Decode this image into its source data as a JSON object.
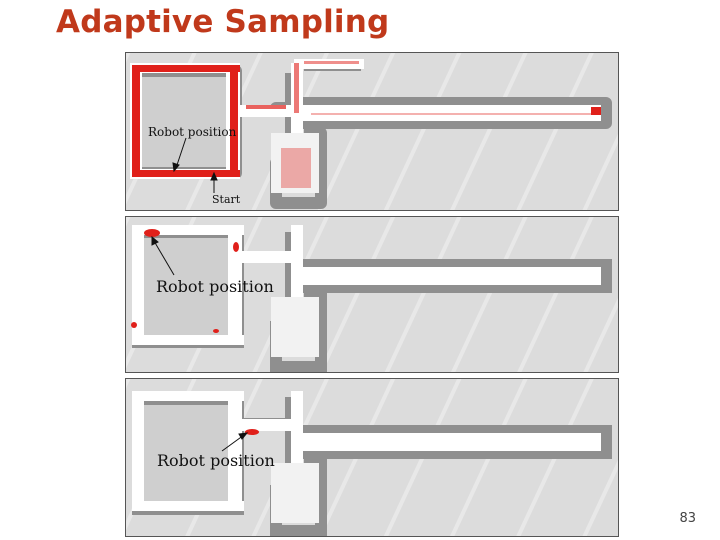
{
  "slide": {
    "title": "Adaptive Sampling",
    "page_number": "83"
  },
  "panels": [
    {
      "robot_label": "Robot position",
      "start_label": "Start"
    },
    {
      "robot_label": "Robot position"
    },
    {
      "robot_label": "Robot position"
    }
  ],
  "colors": {
    "title": "#c0391b",
    "particles": "#e0201a",
    "corridor": "#ffffff",
    "wall": "#8f8f8f",
    "unknown_area": "#d6d6d6"
  }
}
